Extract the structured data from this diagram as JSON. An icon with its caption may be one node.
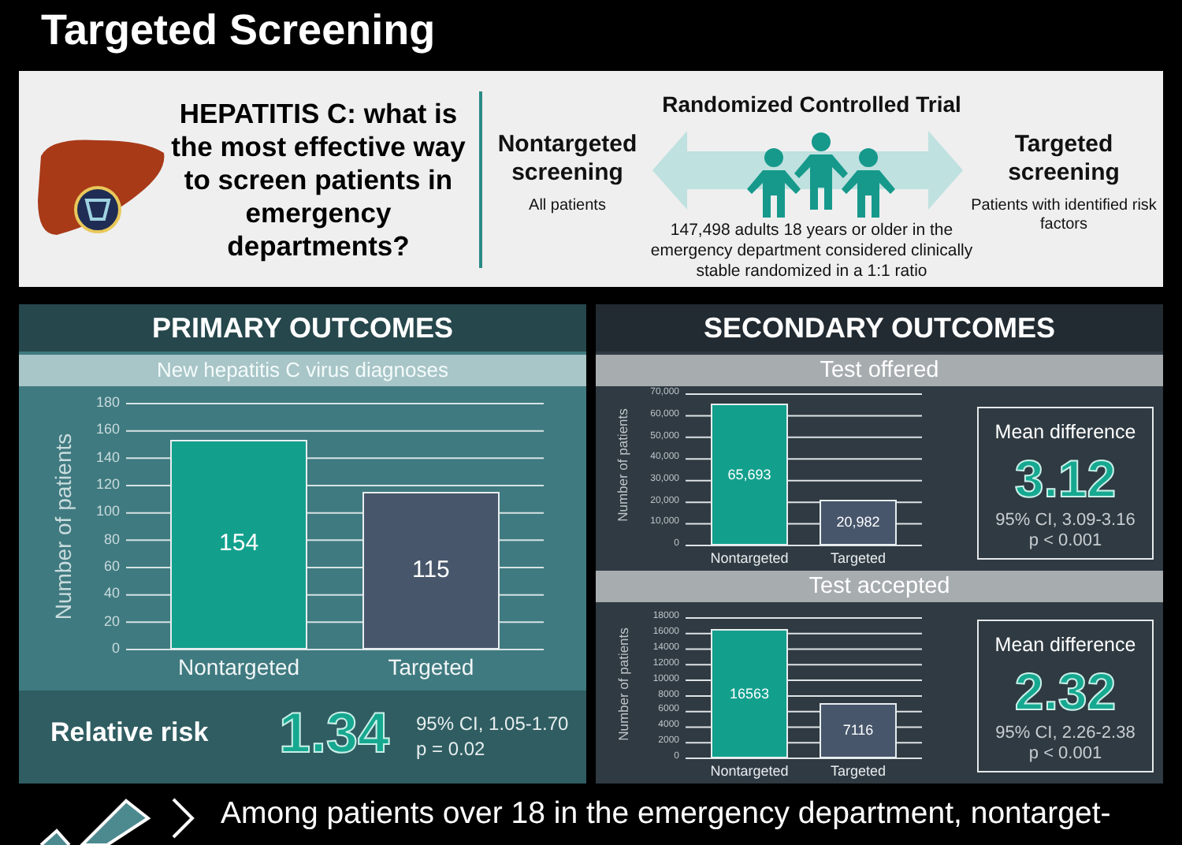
{
  "diagram": {
    "title": "Targeted Screening",
    "nodes": [
      {
        "text": [
          "PRIMARY OUTCOMES"
        ]
      },
      {
        "text": [
          "New hepatitis C virus diagnoses"
        ],
        "in": 0
      },
      {
        "text": [
          "Relative risk",
          "1.34",
          "95% CI, 1.05-1.70",
          "p = 0.02"
        ],
        "in": 0
      },
      {
        "text": [
          "SECONDARY OUTCOMES"
        ]
      },
      {
        "text": [
          "Test offered"
        ],
        "in": 3
      },
      {
        "text": [
          "Mean difference",
          "3.12",
          "95% CI, 3.09-3.16",
          "p < 0.001"
        ],
        "in": 3
      },
      {
        "text": [
          "Test accepted"
        ],
        "in": 3
      },
      {
        "text": [
          "Mean difference",
          "2.32",
          "95% CI, 2.26-2.38",
          "p < 0.001"
        ],
        "in": 3
      },
      {
        "text": [
          "Nontargeted screening",
          "All patients"
        ]
      },
      {
        "text": [
          "Targeted screening",
          "Patients with identified risk factors"
        ]
      }
    ],
    "edges": [
      {
        "from": 8,
        "to": 9,
        "arrow": "both"
      }
    ],
    "labels": [
      "HEPATITIS C: what is the most effective way to screen patients in emergency departments?",
      "Randomized Controlled Trial",
      "147,498 adults 18 years or older in the emergency department considered clinically stable randomized in a 1:1 ratio",
      "70,000",
      "60,000",
      "50,000",
      "40,000",
      "30,000",
      "20,000",
      "10,000",
      "0",
      "Number of patients",
      "65,693",
      "20,982",
      "Nontargeted",
      "Targeted",
      "18000",
      "16000",
      "14000",
      "12000",
      "10000",
      "8000",
      "6000",
      "4000",
      "2000",
      "0",
      "Number of patients",
      "16563",
      "7116",
      "Nontargeted",
      "Targeted",
      "Among patients over 18 in the emergency department, nontarget-"
    ],
    "chart_data": {
      "type": "bar",
      "ylabel": "Number of patients",
      "categories": [
        "Nontargeted",
        "Targeted"
      ],
      "series": [
        {
          "values": [
            154,
            115
          ]
        }
      ],
      "ylim": [
        0,
        180
      ],
      "yticks": [
        0,
        20,
        40,
        60,
        80,
        100,
        120,
        140,
        160,
        180
      ],
      "data_labels": true,
      "grid": true
    }
  }
}
